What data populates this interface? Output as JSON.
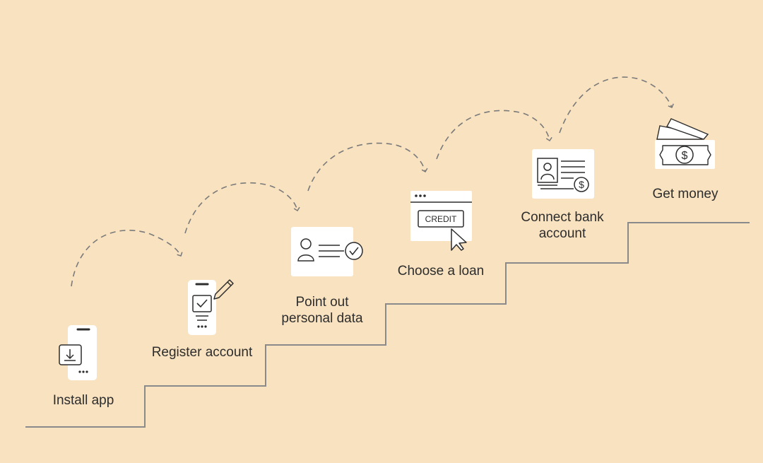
{
  "diagram": {
    "steps": [
      {
        "label": "Install app",
        "icon": "phone-download-icon"
      },
      {
        "label": "Register account",
        "icon": "phone-checklist-pencil-icon"
      },
      {
        "label": "Point out\npersonal data",
        "icon": "id-card-check-icon"
      },
      {
        "label": "Choose a loan",
        "icon": "browser-credit-cursor-icon",
        "button_text": "CREDIT"
      },
      {
        "label": "Connect bank\naccount",
        "icon": "bank-card-dollar-icon"
      },
      {
        "label": "Get money",
        "icon": "cash-stack-icon"
      }
    ],
    "colors": {
      "background": "#f9e2c0",
      "card": "#ffffff",
      "line": "#8a8a8a",
      "ink": "#2d2d2d"
    }
  }
}
